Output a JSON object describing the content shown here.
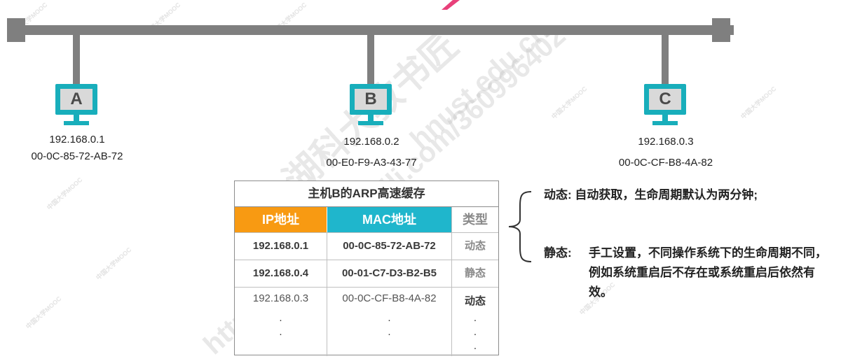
{
  "hosts": [
    {
      "letter": "A",
      "ip": "192.168.0.1",
      "mac": "00-0C-85-72-AB-72"
    },
    {
      "letter": "B",
      "ip": "192.168.0.2",
      "mac": "00-E0-F9-A3-43-77"
    },
    {
      "letter": "C",
      "ip": "192.168.0.3",
      "mac": "00-0C-CF-B8-4A-82"
    }
  ],
  "arp_table": {
    "title": "主机B的ARP高速缓存",
    "headers": {
      "ip": "IP地址",
      "mac": "MAC地址",
      "type": "类型"
    },
    "rows": [
      {
        "ip": "192.168.0.1",
        "mac": "00-0C-85-72-AB-72",
        "type": "动态"
      },
      {
        "ip": "192.168.0.4",
        "mac": "00-01-C7-D3-B2-B5",
        "type": "静态"
      },
      {
        "ip": "192.168.0.3",
        "mac": "00-0C-CF-B8-4A-82",
        "type": "动态"
      }
    ],
    "ellipsis": "."
  },
  "notes": {
    "dynamic_key": "动态:",
    "dynamic_text": "自动获取，生命周期默认为两分钟;",
    "static_key": "静态:",
    "static_text": "手工设置，不同操作系统下的生命周期不同，例如系统重启后不存在或系统重启后依然有效。"
  },
  "watermarks": {
    "main": "湖科大教书匠",
    "url": "https://space.bilibili.com/360996402",
    "site": "hnust.edu.cn",
    "mooc": "中国大学MOOC"
  },
  "colors": {
    "bus": "#7f7f7f",
    "host": "#18aebb",
    "ip_header": "#f89a12",
    "mac_header": "#1fb6cc",
    "pink_arrow": "#e8407a"
  }
}
